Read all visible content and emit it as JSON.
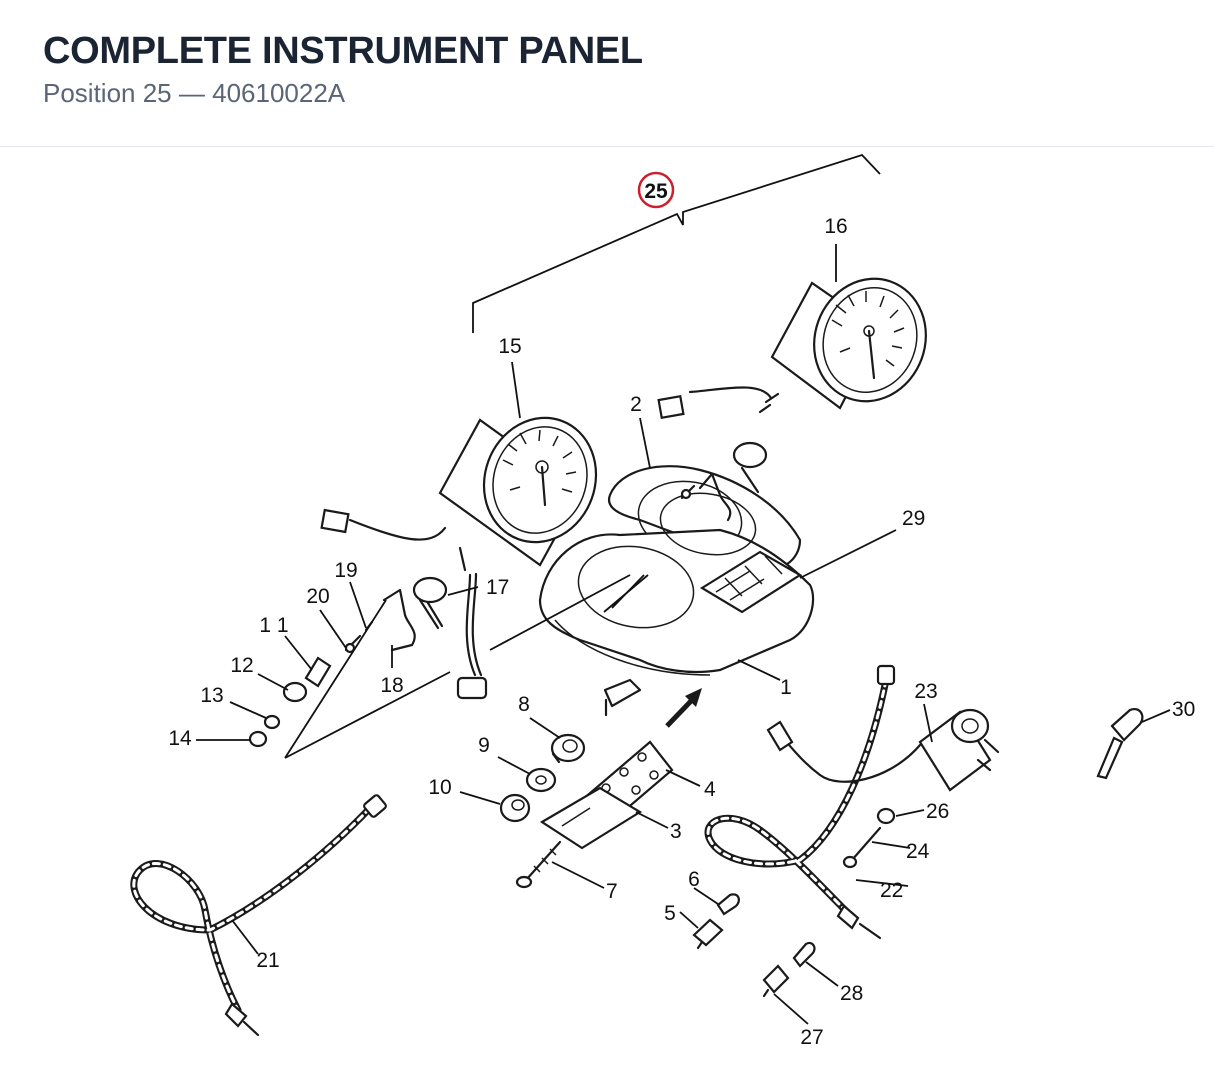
{
  "header": {
    "title": "COMPLETE INSTRUMENT PANEL",
    "position_label": "Position 25",
    "separator": " — ",
    "part_number": "40610022A"
  },
  "assembly_callout": "25",
  "callouts": {
    "c1": "1",
    "c2": "2",
    "c3": "3",
    "c4": "4",
    "c5": "5",
    "c6": "6",
    "c7": "7",
    "c8": "8",
    "c9": "9",
    "c10": "10",
    "c11": "1 1",
    "c12": "12",
    "c13": "13",
    "c14": "14",
    "c15": "15",
    "c16": "16",
    "c17": "17",
    "c18": "18",
    "c19": "19",
    "c20": "20",
    "c21": "21",
    "c22": "22",
    "c23": "23",
    "c24": "24",
    "c26": "26",
    "c27": "27",
    "c28": "28",
    "c29": "29",
    "c30": "30"
  },
  "colors": {
    "title": "#1b2433",
    "subtitle": "#5a6577",
    "callout_circle": "#cc1f2d",
    "linework": "#1a1a1a"
  }
}
